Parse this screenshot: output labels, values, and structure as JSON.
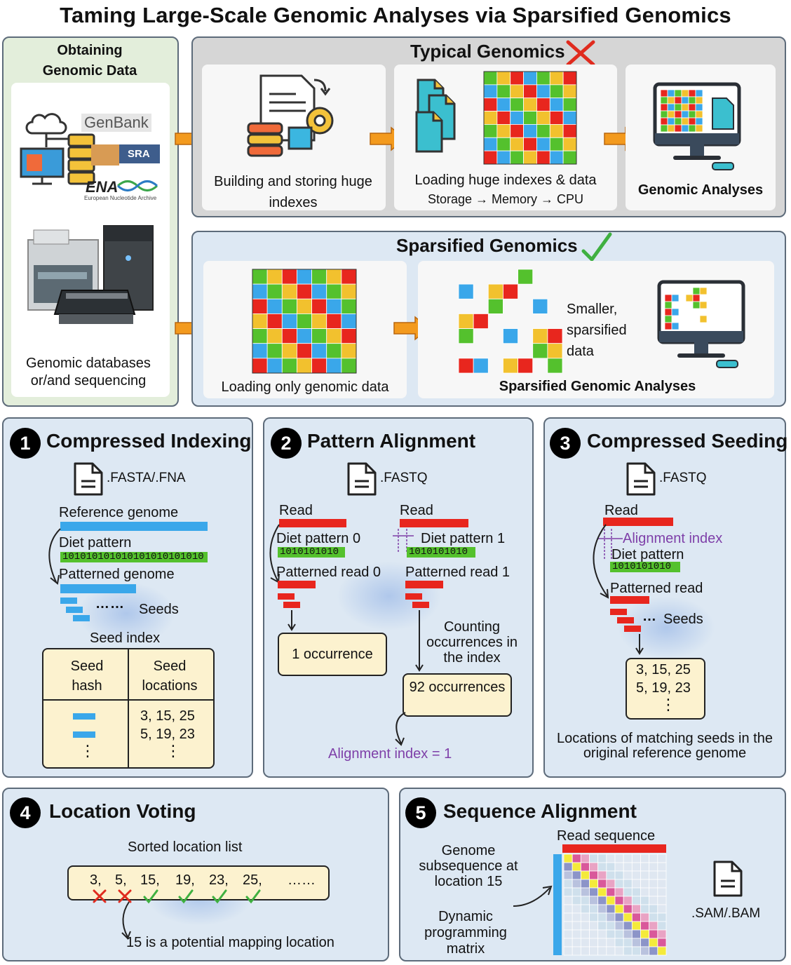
{
  "title": "Taming Large-Scale Genomic Analyses via Sparsified Genomics",
  "obtaining": {
    "title": "Obtaining Genomic Data",
    "logos": [
      "GenBank",
      "SRA",
      "ENA",
      "European Nucleotide Archive"
    ],
    "caption": "Genomic databases or/and sequencing"
  },
  "typical": {
    "title": "Typical Genomics",
    "step1": "Building and storing huge indexes",
    "step2": "Loading huge indexes & data",
    "step2_sub": "Storage → Memory → CPU",
    "step3": "Genomic Analyses"
  },
  "sparsified": {
    "title": "Sparsified Genomics",
    "step1": "Loading only genomic data",
    "side_note": "Smaller, sparsified data",
    "step2": "Sparsified Genomic Analyses"
  },
  "s1": {
    "num": "1",
    "title": "Compressed Indexing",
    "file": ".FASTA/.FNA",
    "ref": "Reference genome",
    "diet": "Diet pattern",
    "diet_bits": "101010101010101010101010",
    "patterned": "Patterned genome",
    "seeds": "Seeds",
    "index_title": "Seed index",
    "col1": "Seed hash",
    "col2": "Seed locations",
    "loc1": "3, 15, 25",
    "loc2": "5, 19, 23",
    "dots": "⋮"
  },
  "s2": {
    "num": "2",
    "title": "Pattern Alignment",
    "file": ".FASTQ",
    "read0": "Read",
    "diet0": "Diet pattern 0",
    "bits0": "1010101010",
    "pread0": "Patterned read 0",
    "occ0": "1 occurrence",
    "read1": "Read",
    "diet1": "Diet pattern 1",
    "bits1": "1010101010",
    "pread1": "Patterned read 1",
    "counting": "Counting occurrences in the index",
    "occ1": "92 occurrences",
    "align_idx": "Alignment index = 1"
  },
  "s3": {
    "num": "3",
    "title": "Compressed Seeding",
    "file": ".FASTQ",
    "read": "Read",
    "align_idx": "Alignment index",
    "diet": "Diet pattern",
    "bits": "1010101010",
    "pread": "Patterned read",
    "seeds": "Seeds",
    "loc1": "3, 15, 25",
    "loc2": "5, 19, 23",
    "dots": "⋮",
    "caption": "Locations of matching seeds in the original reference genome"
  },
  "s4": {
    "num": "4",
    "title": "Location Voting",
    "list_title": "Sorted location list",
    "locations": [
      "3,",
      "5,",
      "15,",
      "19,",
      "23,",
      "25,",
      "……"
    ],
    "marks": [
      "cross",
      "cross",
      "check",
      "check",
      "check",
      "check"
    ],
    "caption": "15 is a potential mapping location"
  },
  "s5": {
    "num": "5",
    "title": "Sequence Alignment",
    "read_seq": "Read sequence",
    "genome_sub": "Genome subsequence at location 15",
    "dp": "Dynamic programming matrix",
    "file": ".SAM/.BAM"
  },
  "colors": {
    "red": "#e8261e",
    "blue": "#3aa7ea",
    "green": "#54c12d",
    "yellow": "#f2c12e",
    "arrow": "#f39a1e",
    "purple": "#7e3fa8",
    "matrix_green": "#6fb04a"
  },
  "icons": [
    "cloud-database-icon",
    "sequencer-icon",
    "index-document-icon",
    "document-stack-icon",
    "monitor-icon",
    "file-icon",
    "cross-mark-icon",
    "check-mark-icon"
  ]
}
